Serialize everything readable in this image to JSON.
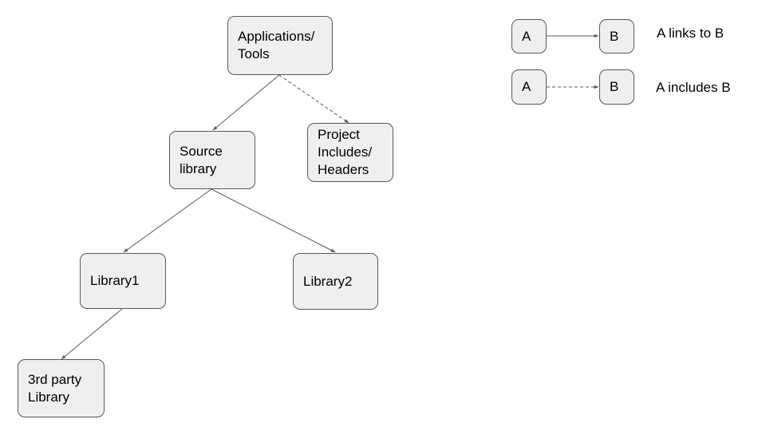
{
  "nodes": {
    "applications_tools": "Applications/\nTools",
    "source_library": "Source\nlibrary",
    "project_includes": "Project\nIncludes/\nHeaders",
    "library1": "Library1",
    "library2": "Library2",
    "third_party_library": "3rd party\nLibrary"
  },
  "edges": [
    {
      "from": "applications_tools",
      "to": "source_library",
      "type": "links"
    },
    {
      "from": "applications_tools",
      "to": "project_includes",
      "type": "includes"
    },
    {
      "from": "source_library",
      "to": "library1",
      "type": "links"
    },
    {
      "from": "source_library",
      "to": "library2",
      "type": "links"
    },
    {
      "from": "library1",
      "to": "third_party_library",
      "type": "links"
    }
  ],
  "legend": {
    "links": {
      "from": "A",
      "to": "B",
      "label": "A links to B"
    },
    "includes": {
      "from": "A",
      "to": "B",
      "label": "A includes B"
    }
  },
  "colors": {
    "node_fill": "#efefef",
    "node_border": "#595959",
    "edge": "#595959"
  }
}
